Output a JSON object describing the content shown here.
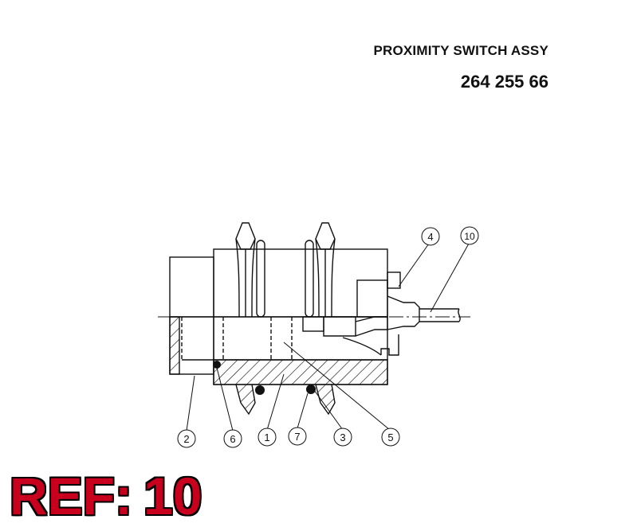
{
  "header": {
    "title": "PROXIMITY SWITCH ASSY",
    "part_number": "264 255 66"
  },
  "callouts": [
    "1",
    "2",
    "3",
    "4",
    "5",
    "6",
    "7",
    "10"
  ],
  "ref": {
    "label": "REF:",
    "value": "10",
    "color": "#c8001e"
  }
}
